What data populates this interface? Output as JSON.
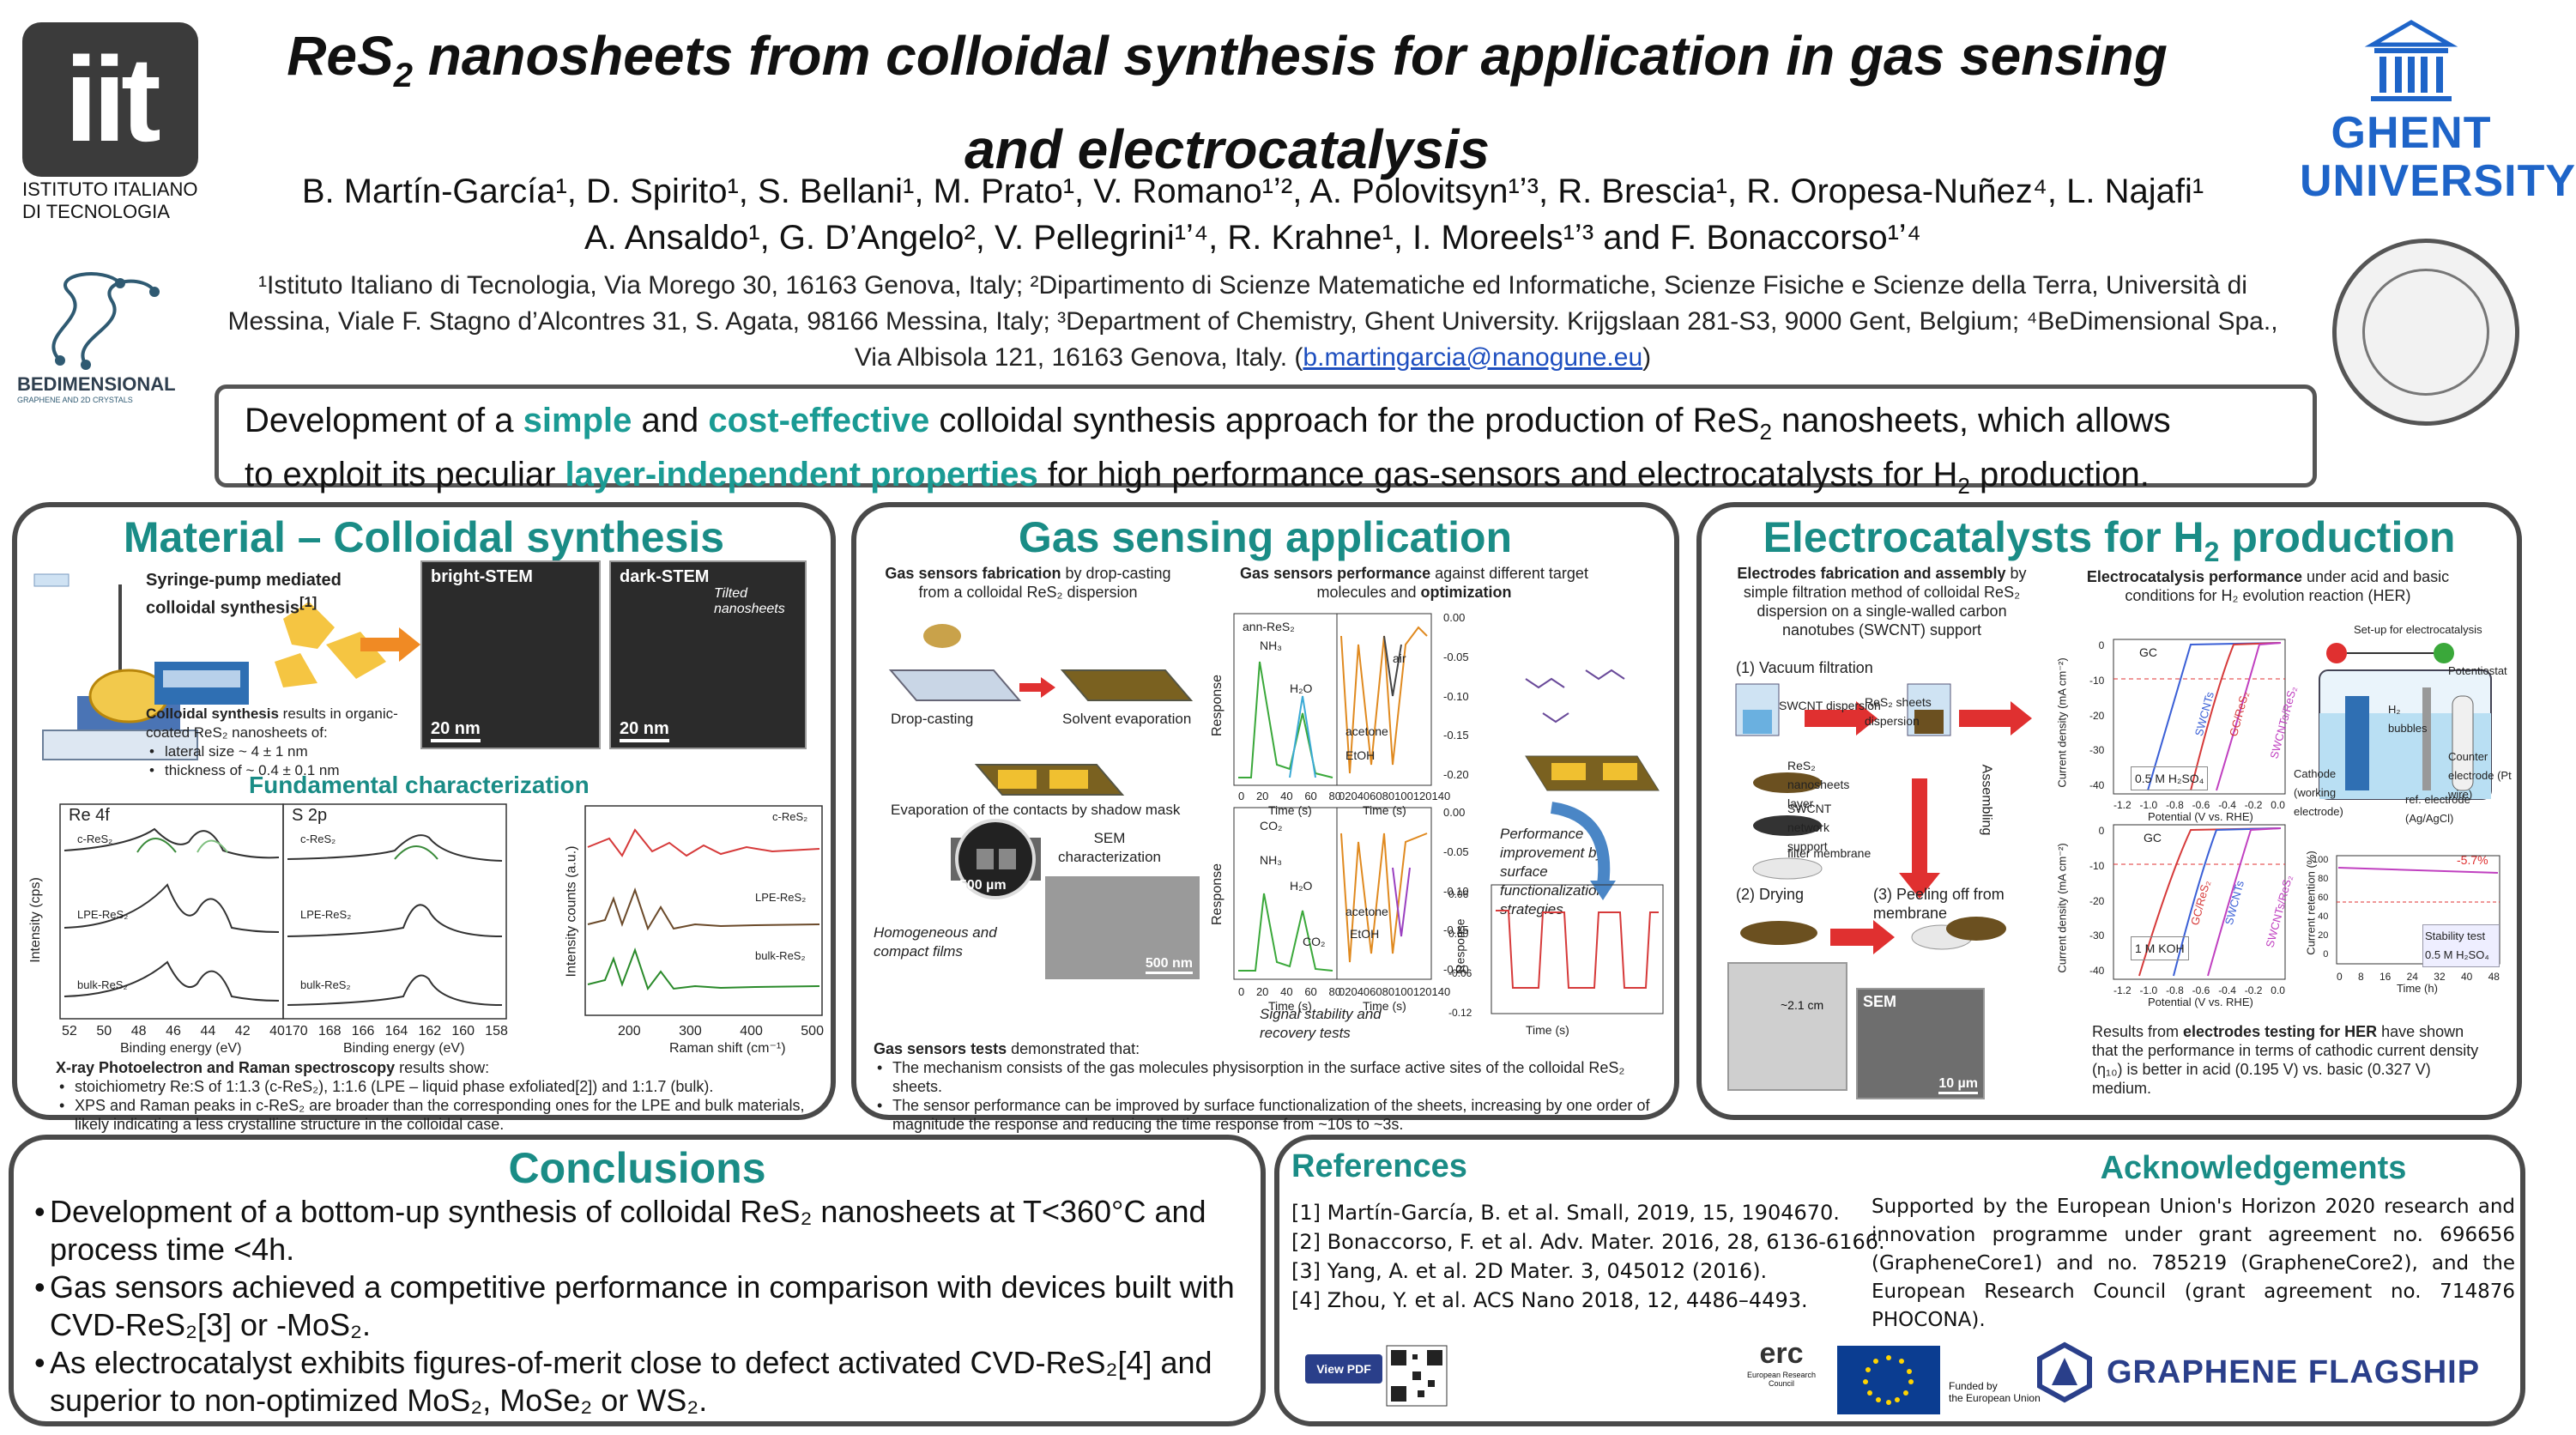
{
  "header": {
    "title_part1": "ReS",
    "title_sub": "2",
    "title_part2": " nanosheets from colloidal synthesis for application in gas sensing",
    "title_line2": "and electrocatalysis",
    "authors_line1": "B. Martín-García¹, D. Spirito¹, S. Bellani¹, M. Prato¹, V. Romano¹ʼ², A. Polovitsyn¹ʼ³, R. Brescia¹, R. Oropesa-Nuñez⁴, L. Najafi¹",
    "authors_line2": "A. Ansaldo¹, G. D’Angelo², V. Pellegrini¹ʼ⁴, R. Krahne¹, I. Moreels¹ʼ³ and F. Bonaccorso¹ʼ⁴",
    "affil_line1": "¹Istituto Italiano di Tecnologia, Via Morego 30, 16163 Genova, Italy; ²Dipartimento di Scienze Matematiche ed Informatiche, Scienze Fisiche e Scienze della Terra, Università di",
    "affil_line2": "Messina, Viale F. Stagno d’Alcontres 31, S. Agata, 98166 Messina, Italy; ³Department of Chemistry, Ghent University. Krijgslaan 281-S3, 9000 Gent, Belgium; ⁴BeDimensional Spa.,",
    "affil_line3": "Via Albisola 121, 16163 Genova, Italy. (",
    "email": "b.martingarcia@nanogune.eu",
    "affil_end": ")"
  },
  "logos": {
    "iit_mark": "iit",
    "iit_name1": "ISTITUTO ITALIANO",
    "iit_name2": "DI TECNOLOGIA",
    "ghent1": "GHENT",
    "ghent2": "UNIVERSITY",
    "bedim": "BEDIMENSIONAL",
    "bedim_sub": "GRAPHENE AND 2D CRYSTALS",
    "erc": "erc",
    "erc_sub": "European Research Council",
    "eu_sub1": "Funded by",
    "eu_sub2": "the European Union",
    "graphene": "GRAPHENE FLAGSHIP",
    "viewpdf": "View PDF"
  },
  "intro": {
    "t1": "Development of a ",
    "k1": "simple",
    "t2": " and ",
    "k2": "cost-effective",
    "t3": " colloidal synthesis approach for the production of ReS",
    "t3sub": "2",
    "t4": " nanosheets, which allows",
    "t5": "to exploit its peculiar ",
    "k3": "layer-independent properties",
    "t6": " for high performance gas-sensors and electrocatalysts for H",
    "t6sub": "2",
    "t7": " production."
  },
  "material": {
    "heading": "Material – Colloidal synthesis",
    "syringe": "Syringe-pump mediated colloidal synthesis",
    "syringe_ref": "[1]",
    "bright": "bright-STEM",
    "dark": "dark-STEM",
    "tilted": "Tilted nanosheets",
    "scale1": "20 nm",
    "scale2": "20 nm",
    "colloidal_b": "Colloidal synthesis",
    "colloidal_t": " results in organic-coated ReS₂ nanosheets of:",
    "lat": "lateral size ~ 4 ± 1 nm",
    "thick": "thickness of ~ 0.4 ± 0.1 nm",
    "fund": "Fundamental characterization",
    "xps_re": "Re 4f",
    "xps_s": "S 2p",
    "xps_y": "Intensity (cps)",
    "xps_x": "Binding energy (eV)",
    "raman_y": "Intensity counts (a.u.)",
    "raman_x": "Raman shift (cm⁻¹)",
    "c_res2": "c-ReS₂",
    "lpe_res2": "LPE-ReS₂",
    "bulk_res2": "bulk-ReS₂",
    "re_ticks": [
      "52",
      "50",
      "48",
      "46",
      "44",
      "42",
      "40"
    ],
    "s_ticks": [
      "170",
      "168",
      "166",
      "164",
      "162",
      "160",
      "158"
    ],
    "raman_ticks": [
      "200",
      "300",
      "400",
      "500"
    ],
    "xps_title_b": "X-ray Photoelectron and Raman spectroscopy",
    "xps_title_t": " results show:",
    "b1": "stoichiometry Re:S of 1:1.3 (c-ReS₂), 1:1.6 (LPE – liquid phase exfoliated[2]) and 1:1.7 (bulk).",
    "b2": "XPS and Raman peaks in c-ReS₂ are broader than the corresponding ones for the LPE and bulk materials, likely indicating a less crystalline structure in the colloidal case."
  },
  "gas": {
    "heading": "Gas sensing application",
    "fab_b": "Gas sensors fabrication",
    "fab_t": " by drop-casting from a colloidal ReS₂ dispersion",
    "perf_b": "Gas sensors performance",
    "perf_t": " against different target molecules and ",
    "perf_b2": "optimization",
    "drop": "Drop-casting",
    "solvent": "Solvent evaporation",
    "evap": "Evaporation of the contacts by shadow mask",
    "sem": "SEM characterization",
    "homog": "Homogeneous and compact films",
    "s500a": "500 µm",
    "s500b": "500 nm",
    "ann": "ann-ReS₂",
    "nh3": "NH₃",
    "h2o": "H₂O",
    "etoh": "EtOH",
    "acetone": "acetone",
    "air": "air",
    "co2": "CO₂",
    "resp": "Response",
    "time": "Time (s)",
    "improve": "Performance improvement by surface functionalization strategies",
    "stab": "Signal stability and recovery tests",
    "tests_b": "Gas sensors tests",
    "tests_t": " demonstrated that:",
    "g1": "The mechanism consists of the gas molecules physisorption in the surface active sites of the colloidal ReS₂ sheets.",
    "g2": "The sensor performance can be improved by surface functionalization of the sheets, increasing by one order of magnitude the response and reducing the time response from ~10s to ~3s.",
    "t_ticks": [
      "0",
      "20",
      "40",
      "60",
      "80"
    ],
    "t_ticks2": [
      "0",
      "20",
      "40",
      "60",
      "80",
      "100",
      "120",
      "140"
    ],
    "r_ticks": [
      "0.00",
      "-0.05",
      "-0.10",
      "-0.15",
      "-0.20"
    ],
    "r2_ticks": [
      "0.06",
      "0.00",
      "-0.06",
      "-0.12"
    ]
  },
  "electro": {
    "heading": "Electrocatalysts for H",
    "heading_sub": "2",
    "heading_end": " production",
    "fab_b": "Electrodes fabrication and assembly",
    "fab_t": " by simple filtration method of colloidal ReS₂ dispersion on a single-walled carbon nanotubes (SWCNT) support",
    "step1": "(1) Vacuum filtration",
    "swcnt_disp": "SWCNT dispersion",
    "res2_disp": "ReS₂ sheets dispersion",
    "layer": "ReS₂ nanosheets layer",
    "network": "SWCNT network support",
    "filter": "filter membrane",
    "assemb": "Assembling",
    "step2": "(2) Drying",
    "step3": "(3) Peeling off from membrane",
    "cm": "~2.1 cm",
    "sem": "SEM",
    "s10": "10 µm",
    "perf_b": "Electrocatalysis performance",
    "perf_t": " under acid and basic conditions for H₂ evolution reaction (HER)",
    "setup": "Set-up for electrocatalysis",
    "potentiostat": "Potentiostat",
    "h2b": "H₂ bubbles",
    "cathode": "Cathode (working electrode)",
    "counter": "Counter electrode (Pt wire)",
    "ref": "ref. electrode (Ag/AgCl)",
    "gc": "GC",
    "swcnts": "SWCNTs",
    "gc_res": "GC/ReS₂",
    "swcnt_res": "SWCNTs/ReS₂",
    "acid": "0.5 M H₂SO₄",
    "basic": "1 M KOH",
    "cd": "Current density (mA cm⁻²)",
    "pot": "Potential (V vs. RHE)",
    "cr": "Current retention (%)",
    "time_h": "Time (h)",
    "pct": "-5.7%",
    "stab": "Stability test",
    "stab2": "0.5 M H₂SO₄",
    "res_t1": "Results from ",
    "res_b": "electrodes testing for HER",
    "res_t2": " have shown that the performance in terms of cathodic current density (η₁₀) is better in acid (0.195 V) vs. basic (0.327 V) medium.",
    "pot_ticks": [
      "-1.2",
      "-1.0",
      "-0.8",
      "-0.6",
      "-0.4",
      "-0.2",
      "0.0"
    ],
    "cd_ticks": [
      "0",
      "-10",
      "-20",
      "-30",
      "-40"
    ],
    "time_ticks": [
      "0",
      "8",
      "16",
      "24",
      "32",
      "40",
      "48"
    ],
    "cr_ticks": [
      "100",
      "80",
      "60",
      "40",
      "20",
      "0"
    ]
  },
  "conclusions": {
    "heading": "Conclusions",
    "c1": "Development of a bottom-up synthesis of colloidal ReS₂ nanosheets at T<360°C and process time <4h.",
    "c2": "Gas sensors achieved a competitive performance in comparison with devices built with CVD-ReS₂[3] or -MoS₂.",
    "c3": "As electrocatalyst exhibits figures-of-merit close to defect activated CVD-ReS₂[4] and superior to non-optimized MoS₂, MoSe₂ or WS₂."
  },
  "references": {
    "heading": "References",
    "r1": "[1] Martín-García, B. et al. Small, 2019, 15, 1904670.",
    "r2": "[2] Bonaccorso, F. et al. Adv. Mater. 2016, 28, 6136-6166.",
    "r3": "[3] Yang, A. et al. 2D Mater. 3, 045012 (2016).",
    "r4": "[4] Zhou, Y. et al. ACS Nano 2018, 12, 4486–4493."
  },
  "ack": {
    "heading": "Acknowledgements",
    "text": "Supported by the European Union's Horizon 2020 research and innovation programme under grant agreement no. 696656 (GrapheneCore1) and no. 785219 (GrapheneCore2), and the European Research Council (grant agreement no. 714876 PHOCONA)."
  },
  "colors": {
    "accent": "#1a9b94",
    "heading": "#1a8c86",
    "border": "#4a4a4a",
    "ghent": "#1e64c8",
    "flagship": "#2a3f8a"
  }
}
